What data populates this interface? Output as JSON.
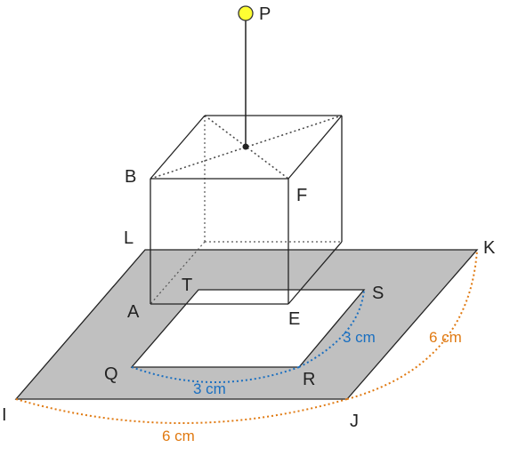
{
  "points": {
    "P": "P",
    "B": "B",
    "F": "F",
    "L": "L",
    "T": "T",
    "A": "A",
    "E": "E",
    "S": "S",
    "K": "K",
    "Q": "Q",
    "R": "R",
    "I": "I",
    "J": "J"
  },
  "dimensions": {
    "inner_qr": "3 cm",
    "inner_rs": "3 cm",
    "outer_jk": "6 cm",
    "outer_ij": "6 cm"
  },
  "colors": {
    "plate_fill": "#c0c0c0",
    "inner_dim": "#1a6fc0",
    "outer_dim": "#e07a12",
    "light_fill": "#ffff33",
    "line": "#222222"
  }
}
